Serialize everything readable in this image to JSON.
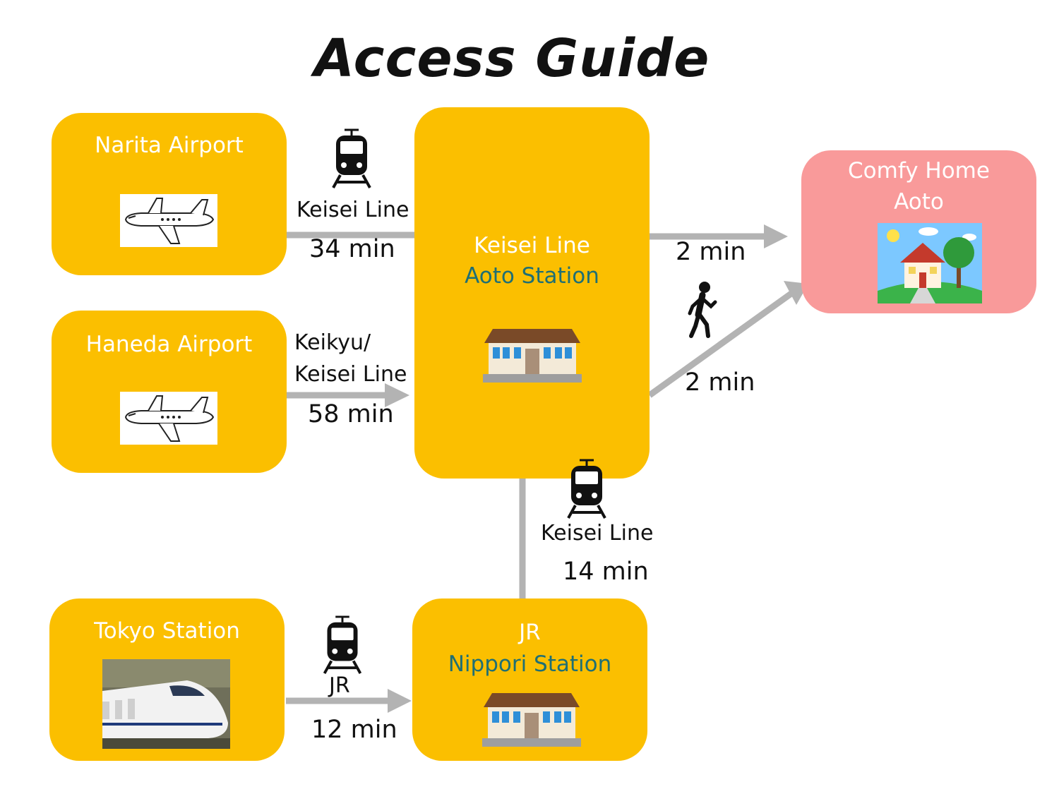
{
  "title": "Access Guide",
  "nodes": {
    "narita": {
      "name": "Narita Airport"
    },
    "haneda": {
      "name": "Haneda Airport"
    },
    "tokyo": {
      "name": "Tokyo Station"
    },
    "aoto": {
      "line": "Keisei Line",
      "station": "Aoto Station"
    },
    "nippori": {
      "line": "JR",
      "station": "Nippori Station"
    },
    "home": {
      "name_line1": "Comfy Home",
      "name_line2": "Aoto"
    }
  },
  "routes": {
    "narita_aoto": {
      "line": "Keisei Line",
      "time": "34 min",
      "icon": "train-icon"
    },
    "haneda_aoto": {
      "line_1": "Keikyu/",
      "line_2": "Keisei Line",
      "time": "58 min"
    },
    "aoto_home": {
      "time_top": "2 min",
      "time_bottom": "2 min",
      "icon": "walking-person-icon"
    },
    "nippori_aoto": {
      "line": "Keisei Line",
      "time": "14 min",
      "icon": "train-icon"
    },
    "tokyo_nippori": {
      "line": "JR",
      "time": "12 min",
      "icon": "train-icon"
    }
  },
  "colors": {
    "box": "#fbbf00",
    "home_box": "#f99a9a",
    "arrow": "#b3b3b3",
    "station_text": "#1f6f74"
  }
}
